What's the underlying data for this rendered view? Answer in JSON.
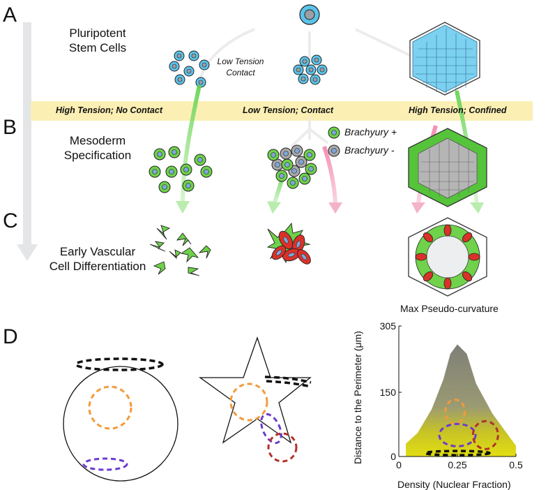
{
  "panels": {
    "a": "A",
    "b": "B",
    "c": "C",
    "d": "D"
  },
  "stages": {
    "pluripotent": [
      "Pluripotent",
      "Stem Cells"
    ],
    "mesoderm": [
      "Mesoderm",
      "Specification"
    ],
    "vascular": [
      "Early Vascular",
      "Cell Differentiation"
    ]
  },
  "low_tension_contact_note": [
    "Low Tension",
    "Contact"
  ],
  "conditions": {
    "left": "High Tension; No Contact",
    "middle": "Low Tension; Contact",
    "right": "High Tension; Confined"
  },
  "legend": {
    "positive": "Brachyury +",
    "negative": "Brachyury -"
  },
  "colors": {
    "stem_cell": "#5bc3ea",
    "nucleus": "#9aa0a6",
    "brachyury_pos": "#6fd24a",
    "brachyury_neg": "#a9a9a9",
    "endothelial_red": "#d9322a",
    "arrow_green": "#b9ecae",
    "arrow_pink": "#f3b3c9",
    "band": "#fbefb4",
    "circle_orange": "#f39a3b",
    "circle_purple": "#6a3bd0",
    "circle_red": "#b3302a"
  },
  "chart_data": {
    "type": "heatmap",
    "title": "Max Pseudo-curvature",
    "xlabel": "Density (Nuclear Fraction)",
    "ylabel": "Distance to the Perimeter (μm)",
    "xlim": [
      0,
      0.5
    ],
    "ylim": [
      0,
      305
    ],
    "x_ticks": [
      "0",
      "0.25",
      "0.5"
    ],
    "y_ticks": [
      "0",
      "150",
      "305"
    ],
    "overlays": [
      {
        "color": "orange",
        "cx": 0.24,
        "cy": 105
      },
      {
        "color": "purple",
        "cx": 0.25,
        "cy": 50
      },
      {
        "color": "red",
        "cx": 0.37,
        "cy": 50
      },
      {
        "color": "black",
        "cx": 0.25,
        "cy": 8
      }
    ]
  }
}
